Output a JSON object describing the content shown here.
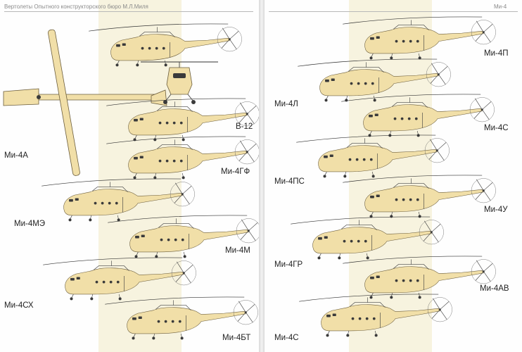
{
  "left_page": {
    "header": "Вертолеты Опытного конструкторского бюро М.Л.Миля",
    "labels": [
      "В-12",
      "Ми-4А",
      "Ми-4ГФ",
      "Ми-4МЭ",
      "Ми-4М",
      "Ми-4СХ",
      "Ми-4БТ"
    ]
  },
  "right_page": {
    "header": "Ми-4",
    "labels": [
      "Ми-4П",
      "Ми-4Л",
      "Ми-4С",
      "Ми-4ПС",
      "Ми-4У",
      "Ми-4ГР",
      "Ми-4АВ",
      "Ми-4С"
    ]
  },
  "colors": {
    "fuselage": "#f1dfa8",
    "band": "#f7f3df"
  }
}
